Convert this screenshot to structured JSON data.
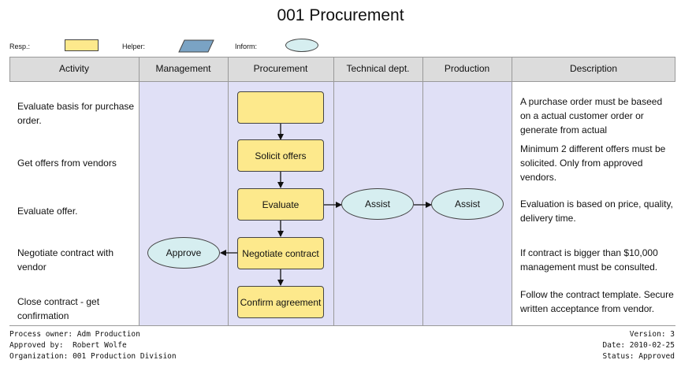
{
  "title": "001 Procurement",
  "legend": {
    "resp_label": "Resp.:",
    "helper_label": "Helper:",
    "inform_label": "Inform:",
    "colors": {
      "resp": "#fde98c",
      "helper": "#7aa3c4",
      "inform": "#d6eef0"
    }
  },
  "columns": [
    "Activity",
    "Management",
    "Procurement",
    "Technical dept.",
    "Production",
    "Description"
  ],
  "activities": [
    "Evaluate basis for purchase order.",
    "Get offers from vendors",
    "Evaluate offer.",
    "Negotiate contract with vendor",
    "Close contract - get confirmation"
  ],
  "descriptions": [
    "A purchase order must be baseed on a actual customer order or generate from actual",
    "Minimum 2 different offers must be solicited. Only from approved vendors.",
    "Evaluation is based on price, quality, delivery time.",
    "If contract is bigger than $10,000 management must be consulted.",
    "Follow the contract template. Secure written acceptance from vendor."
  ],
  "nodes": {
    "start": "",
    "solicit": "Solicit offers",
    "evaluate": "Evaluate",
    "negotiate": "Negotiate contract",
    "confirm": "Confirm agreement",
    "assist_tech": "Assist",
    "assist_prod": "Assist",
    "approve": "Approve"
  },
  "footer": {
    "owner": "Process owner: Adm Production",
    "approved": "Approved by:  Robert Wolfe",
    "organization": "Organization: 001 Production Division",
    "version": "Version: 3",
    "date": "Date: 2010-02-25",
    "status": "Status: Approved"
  }
}
